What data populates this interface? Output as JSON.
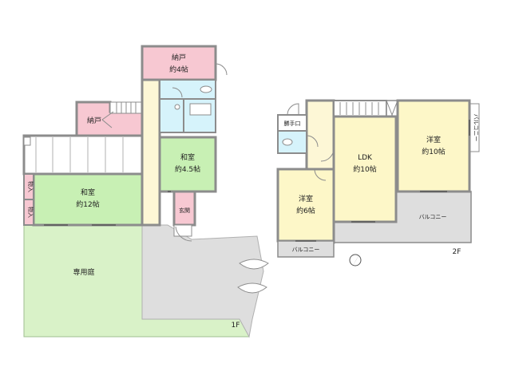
{
  "floor1": {
    "label": "1F",
    "rooms": {
      "nando_top": {
        "name": "納戸",
        "size": "約4帖"
      },
      "nando_left": {
        "name": "納戸"
      },
      "washitsu_small": {
        "name": "和室",
        "size": "約4.5帖"
      },
      "washitsu_large": {
        "name": "和室",
        "size": "約12帖"
      },
      "closet1": {
        "name": "物入"
      },
      "closet2": {
        "name": "物入"
      },
      "genkan": {
        "name": "玄関"
      },
      "garden": {
        "name": "専用庭"
      }
    }
  },
  "floor2": {
    "label": "2F",
    "rooms": {
      "katteguchi": {
        "name": "勝手口"
      },
      "ldk": {
        "name": "LDK",
        "size": "約10帖"
      },
      "youshitsu10": {
        "name": "洋室",
        "size": "約10帖"
      },
      "youshitsu6": {
        "name": "洋室",
        "size": "約6帖"
      },
      "balcony_main": {
        "name": "バルコニー"
      },
      "balcony_small": {
        "name": "バルコニー"
      },
      "balcony_side": {
        "name": "バルコニー"
      }
    }
  },
  "colors": {
    "wall": "#8c8c8c",
    "washitsu": "#c8f0b4",
    "nando": "#f7c8d2",
    "corridor": "#fdf7d6",
    "yoshitsu": "#fdf7c8",
    "wet": "#d6f3fb",
    "garden": "#d9f2c8",
    "exterior": "#dedede",
    "balcony": "#dedede"
  }
}
